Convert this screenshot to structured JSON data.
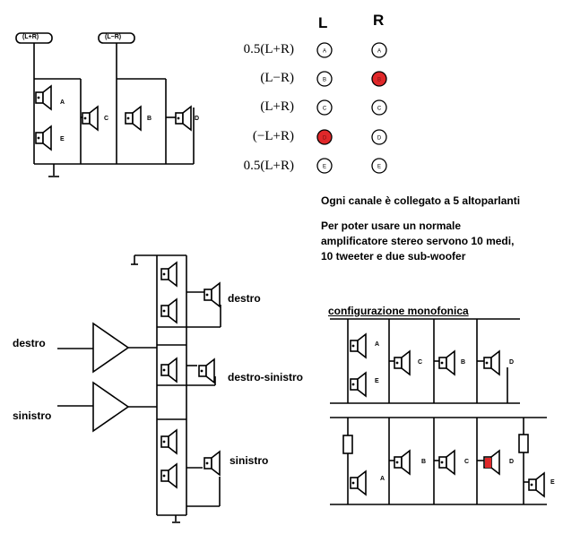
{
  "colors": {
    "ink": "#000000",
    "highlight": "#e0282a",
    "paper": "#ffffff"
  },
  "top_left": {
    "tag_sum": "(L+R)",
    "tag_diff": "(L−R)",
    "spk_a": "A",
    "spk_e": "E",
    "spk_c": "C",
    "spk_b": "B",
    "spk_d": "D"
  },
  "matrix": {
    "header_l": "L",
    "header_r": "R",
    "rows": [
      {
        "formula": "0.5(L+R)",
        "l_letter": "A",
        "r_letter": "A",
        "l_active": false,
        "r_active": false
      },
      {
        "formula": "(L−R)",
        "l_letter": "B",
        "r_letter": "B",
        "l_active": false,
        "r_active": true
      },
      {
        "formula": "(L+R)",
        "l_letter": "C",
        "r_letter": "C",
        "l_active": false,
        "r_active": false
      },
      {
        "formula": "(−L+R)",
        "l_letter": "D",
        "r_letter": "D",
        "l_active": true,
        "r_active": false
      },
      {
        "formula": "0.5(L+R)",
        "l_letter": "E",
        "r_letter": "E",
        "l_active": false,
        "r_active": false
      }
    ]
  },
  "notes": {
    "line1": "Ogni canale è collegato a 5 altoparlanti",
    "line2": "Per poter usare un normale",
    "line3": "amplificatore stereo  servono 10 medi,",
    "line4": "10 tweeter e due sub-woofer"
  },
  "amp_diagram": {
    "input_right": "destro",
    "input_left": "sinistro",
    "out_right": "destro",
    "out_mid": "destro-sinistro",
    "out_left": "sinistro"
  },
  "mono": {
    "title": "configurazione monofonica",
    "top_labels": [
      "A",
      "E",
      "C",
      "B",
      "D"
    ],
    "bottom_labels": [
      "A",
      "B",
      "C",
      "D",
      "E"
    ]
  }
}
